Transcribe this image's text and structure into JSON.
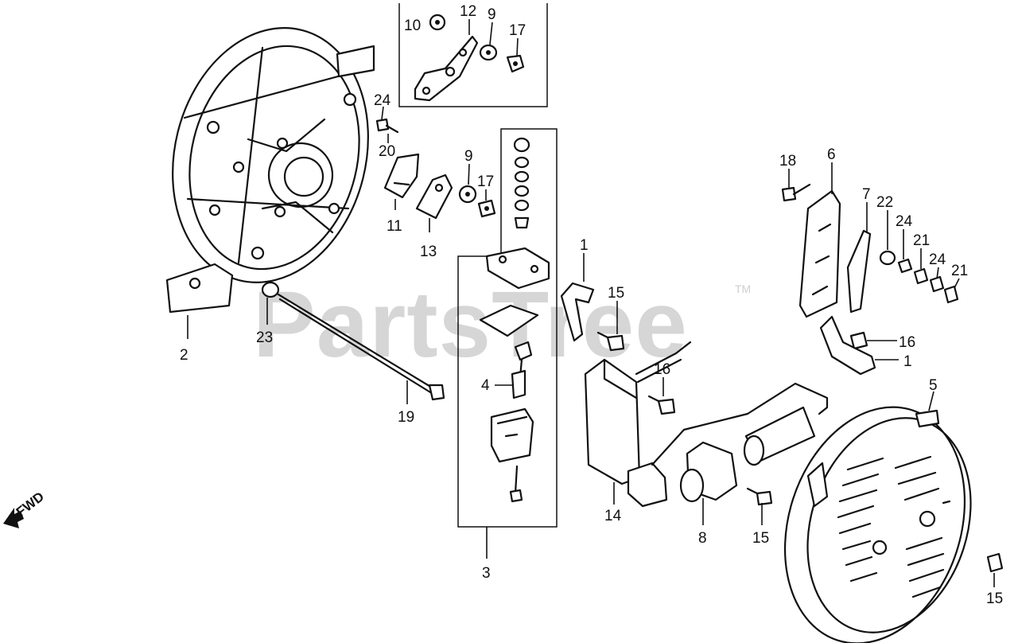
{
  "watermark": {
    "text": "PartsTree",
    "trademark": "TM"
  },
  "direction_label": "FWD",
  "labels": {
    "l10": "10",
    "l12": "12",
    "l9a": "9",
    "l17a": "17",
    "l24a": "24",
    "l20": "20",
    "l9b": "9",
    "l17b": "17",
    "l11": "11",
    "l13": "13",
    "l2": "2",
    "l23": "23",
    "l19": "19",
    "l3": "3",
    "l4": "4",
    "l1a": "1",
    "l15a": "15",
    "l16a": "16",
    "l14": "14",
    "l8": "8",
    "l15b": "15",
    "l18": "18",
    "l6": "6",
    "l7": "7",
    "l22": "22",
    "l24b": "24",
    "l21a": "21",
    "l24c": "24",
    "l21b": "21",
    "l16b": "16",
    "l1b": "1",
    "l5": "5",
    "l15c": "15"
  }
}
